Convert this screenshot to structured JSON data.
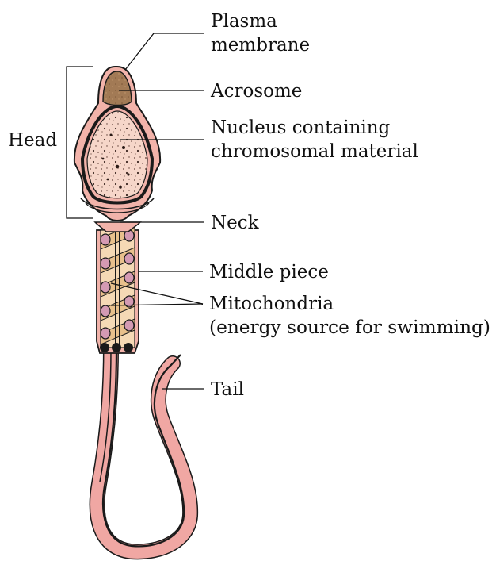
{
  "colors": {
    "outline": "#1a1a1a",
    "membrane": "#f2b3aa",
    "acrosome": "#a27a55",
    "nucleus": "#f6d6c9",
    "midpiece": "#f5d9b5",
    "mito_band": "#e8c08c",
    "mitochondria": "#d49ab3",
    "tail": "#f0a7a3"
  },
  "labels": {
    "plasma_membrane_line1": "Plasma",
    "plasma_membrane_line2": "membrane",
    "acrosome": "Acrosome",
    "nucleus_line1": "Nucleus containing",
    "nucleus_line2": "chromosomal material",
    "head": "Head",
    "neck": "Neck",
    "middle_piece": "Middle piece",
    "mitochondria_line1": "Mitochondria",
    "mitochondria_line2": "(energy source for swimming)",
    "tail": "Tail"
  }
}
